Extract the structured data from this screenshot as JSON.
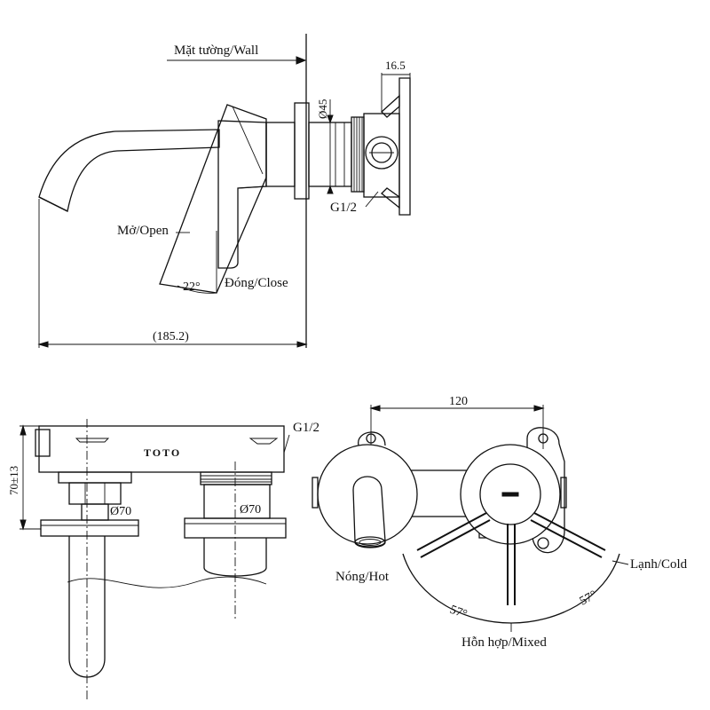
{
  "side_view": {
    "wall_label": "Mặt tường/Wall",
    "open_label": "Mở/Open",
    "close_label": "Đóng/Close",
    "angle_label": "22°",
    "length_dim": "(185.2)",
    "diameter_dim": "Ø45",
    "depth_dim": "16.5",
    "thread_label": "G1/2"
  },
  "front_view": {
    "height_dim": "70±13",
    "thread_label": "G1/2",
    "left_diameter": "Ø70",
    "right_diameter": "Ø70",
    "brand": "TOTO"
  },
  "plan_view": {
    "spacing_dim": "120",
    "hot_label": "Nóng/Hot",
    "cold_label": "Lạnh/Cold",
    "mixed_label": "Hỗn hợp/Mixed",
    "left_angle": "57°",
    "right_angle": "57°"
  }
}
